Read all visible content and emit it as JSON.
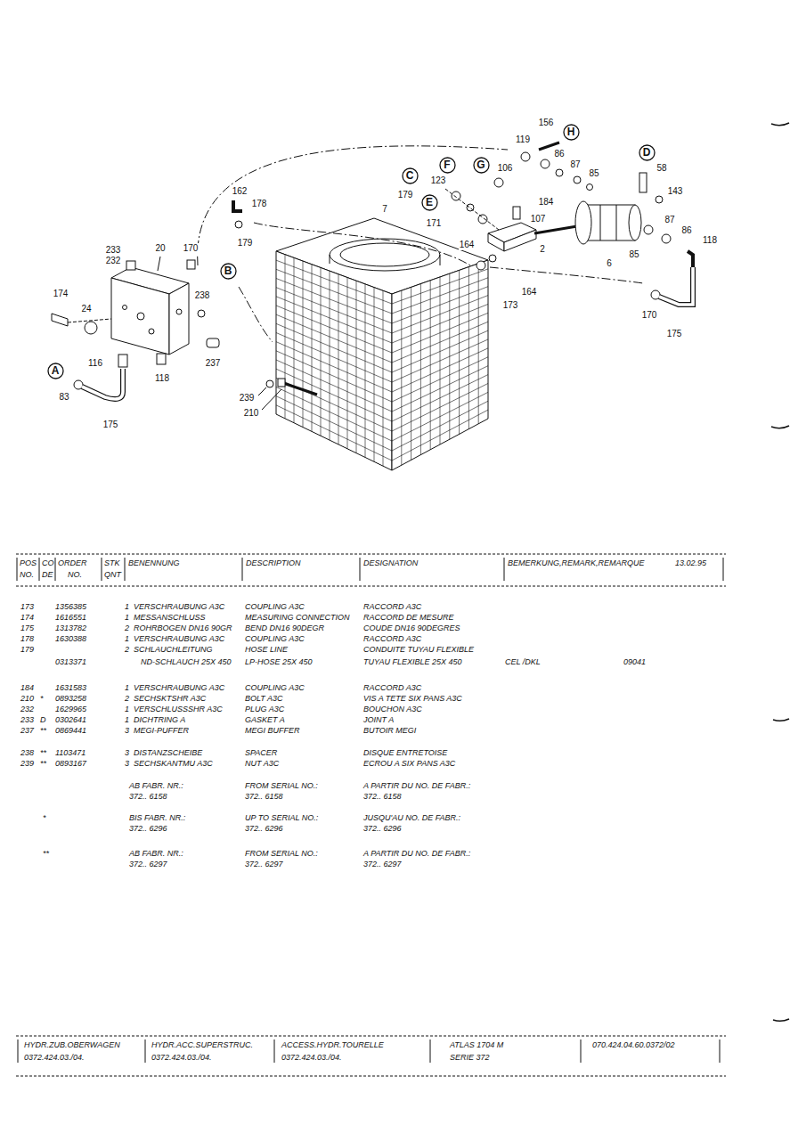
{
  "diagram": {
    "nodes": [
      {
        "text": [
          "H"
        ]
      },
      {
        "text": [
          "D"
        ]
      },
      {
        "text": [
          "F"
        ]
      },
      {
        "text": [
          "G"
        ]
      },
      {
        "text": [
          "C"
        ]
      },
      {
        "text": [
          "E"
        ]
      },
      {
        "text": [
          "B"
        ]
      },
      {
        "text": [
          "A"
        ]
      }
    ],
    "labels": [
      "156",
      "119",
      "86",
      "87",
      "58",
      "106",
      "85",
      "123",
      "143",
      "162",
      "179",
      "184",
      "178",
      "7",
      "107",
      "87",
      "171",
      "86",
      "118",
      "179",
      "164",
      "2",
      "20",
      "170",
      "233",
      "232",
      "85",
      "6",
      "164",
      "174",
      "238",
      "173",
      "24",
      "170",
      "175",
      "116",
      "237",
      "118",
      "83",
      "239",
      "210",
      "175",
      "POS",
      "CO",
      "ORDER",
      "STK",
      "BENENNUNG",
      "DESCRIPTION",
      "DESIGNATION",
      "BEMERKUNG,REMARK,REMARQUE",
      "13.02.95",
      "NO.",
      "DE",
      "NO.",
      "QNT",
      "173",
      "1356385",
      "1",
      "VERSCHRAUBUNG A3C",
      "COUPLING A3C",
      "RACCORD A3C",
      "174",
      "1616551",
      "1",
      "MESSANSCHLUSS",
      "MEASURING CONNECTION",
      "RACCORD DE MESURE",
      "175",
      "1313782",
      "2",
      "ROHRBOGEN DN16 90GR",
      "BEND DN16 90DEGR",
      "COUDE DN16 90DEGRES",
      "178",
      "1630388",
      "1",
      "VERSCHRAUBUNG A3C",
      "COUPLING A3C",
      "RACCORD A3C",
      "179",
      "2",
      "SCHLAUCHLEITUNG",
      "HOSE LINE",
      "CONDUITE TUYAU FLEXIBLE",
      "0313371",
      "ND-SCHLAUCH 25X 450",
      "LP-HOSE 25X 450",
      "TUYAU FLEXIBLE 25X 450",
      "CEL /DKL",
      "09041",
      "184",
      "1631583",
      "1",
      "VERSCHRAUBUNG A3C",
      "COUPLING A3C",
      "RACCORD A3C",
      "210",
      "*",
      "0893258",
      "2",
      "SECHSKTSHR A3C",
      "BOLT A3C",
      "VIS A TETE SIX PANS A3C",
      "232",
      "1629965",
      "1",
      "VERSCHLUSSSHR A3C",
      "PLUG A3C",
      "BOUCHON A3C",
      "233",
      "D",
      "0302641",
      "1",
      "DICHTRING A",
      "GASKET A",
      "JOINT A",
      "237",
      "**",
      "0869441",
      "3",
      "MEGI-PUFFER",
      "MEGI BUFFER",
      "BUTOIR MEGI",
      "238",
      "**",
      "1103471",
      "3",
      "DISTANZSCHEIBE",
      "SPACER",
      "DISQUE ENTRETOISE",
      "239",
      "**",
      "0893167",
      "3",
      "SECHSKANTMU A3C",
      "NUT A3C",
      "ECROU A SIX PANS A3C",
      "AB FABR. NR.:",
      "FROM SERIAL NO.:",
      "A PARTIR DU NO. DE FABR.:",
      "372.. 6158",
      "372.. 6158",
      "372.. 6158",
      "*",
      "BIS FABR. NR.:",
      "UP TO SERIAL NO.:",
      "JUSQU'AU NO. DE FABR.:",
      "372.. 6296",
      "372.. 6296",
      "372.. 6296",
      "**",
      "AB FABR. NR.:",
      "FROM SERIAL NO.:",
      "A PARTIR DU NO. DE FABR.:",
      "372.. 6297",
      "372.. 6297",
      "372.. 6297",
      "HYDR.ZUB.OBERWAGEN",
      "HYDR.ACC.SUPERSTRUC.",
      "ACCESS.HYDR.TOURELLE",
      "ATLAS 1704 M",
      "070.424.04.60.0372/02",
      "0372.424.03./04.",
      "0372.424.03./04.",
      "0372.424.03./04.",
      "SERIE 372"
    ]
  }
}
